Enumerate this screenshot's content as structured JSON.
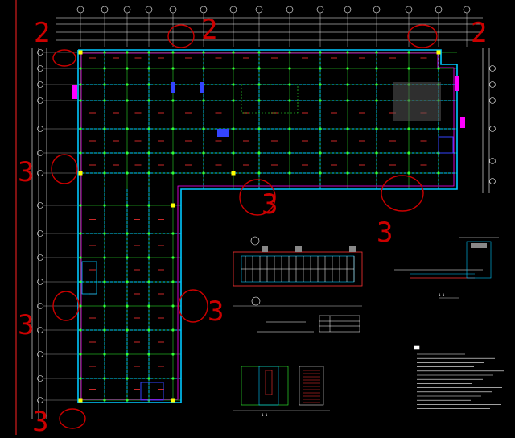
{
  "app": {
    "view": "cad-drawing"
  },
  "colors": {
    "background": "#000000",
    "grid": "#33ff33",
    "wall": "#00c8ff",
    "dim": "#ffffff",
    "beam": "#ff3333",
    "annotation": "#cc0000",
    "magenta": "#ff00ff",
    "blue": "#3344ff",
    "yellow": "#ffff00"
  },
  "annotations": [
    {
      "label": "2"
    },
    {
      "label": "2"
    },
    {
      "label": "2"
    },
    {
      "label": "3"
    },
    {
      "label": "3"
    },
    {
      "label": "3"
    },
    {
      "label": "3"
    },
    {
      "label": "3"
    },
    {
      "label": "3"
    }
  ],
  "detail_labels": {
    "section_a": "1-1",
    "section_b": "1-1",
    "legend_title": "",
    "notes_header": ""
  }
}
